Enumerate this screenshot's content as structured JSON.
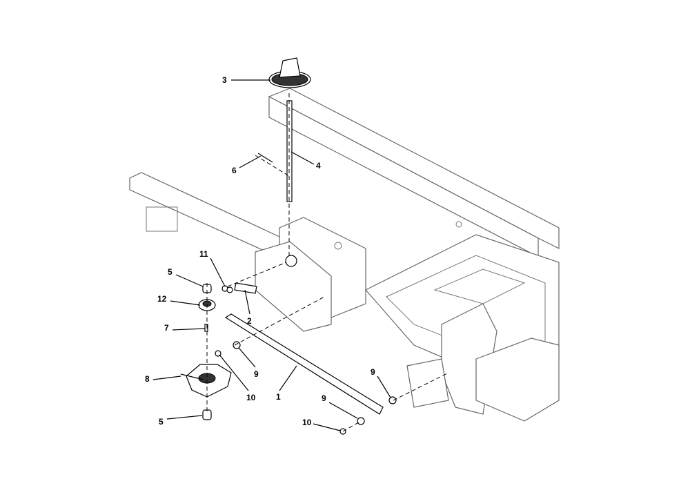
{
  "callouts": [
    {
      "id": "c3",
      "label": "3"
    },
    {
      "id": "c6",
      "label": "6"
    },
    {
      "id": "c4",
      "label": "4"
    },
    {
      "id": "c11",
      "label": "11"
    },
    {
      "id": "c5a",
      "label": "5"
    },
    {
      "id": "c12",
      "label": "12"
    },
    {
      "id": "c2",
      "label": "2"
    },
    {
      "id": "c7",
      "label": "7"
    },
    {
      "id": "c9a",
      "label": "9"
    },
    {
      "id": "c8",
      "label": "8"
    },
    {
      "id": "c10a",
      "label": "10"
    },
    {
      "id": "c1",
      "label": "1"
    },
    {
      "id": "c9b",
      "label": "9"
    },
    {
      "id": "c9c",
      "label": "9"
    },
    {
      "id": "c5b",
      "label": "5"
    },
    {
      "id": "c10b",
      "label": "10"
    }
  ]
}
